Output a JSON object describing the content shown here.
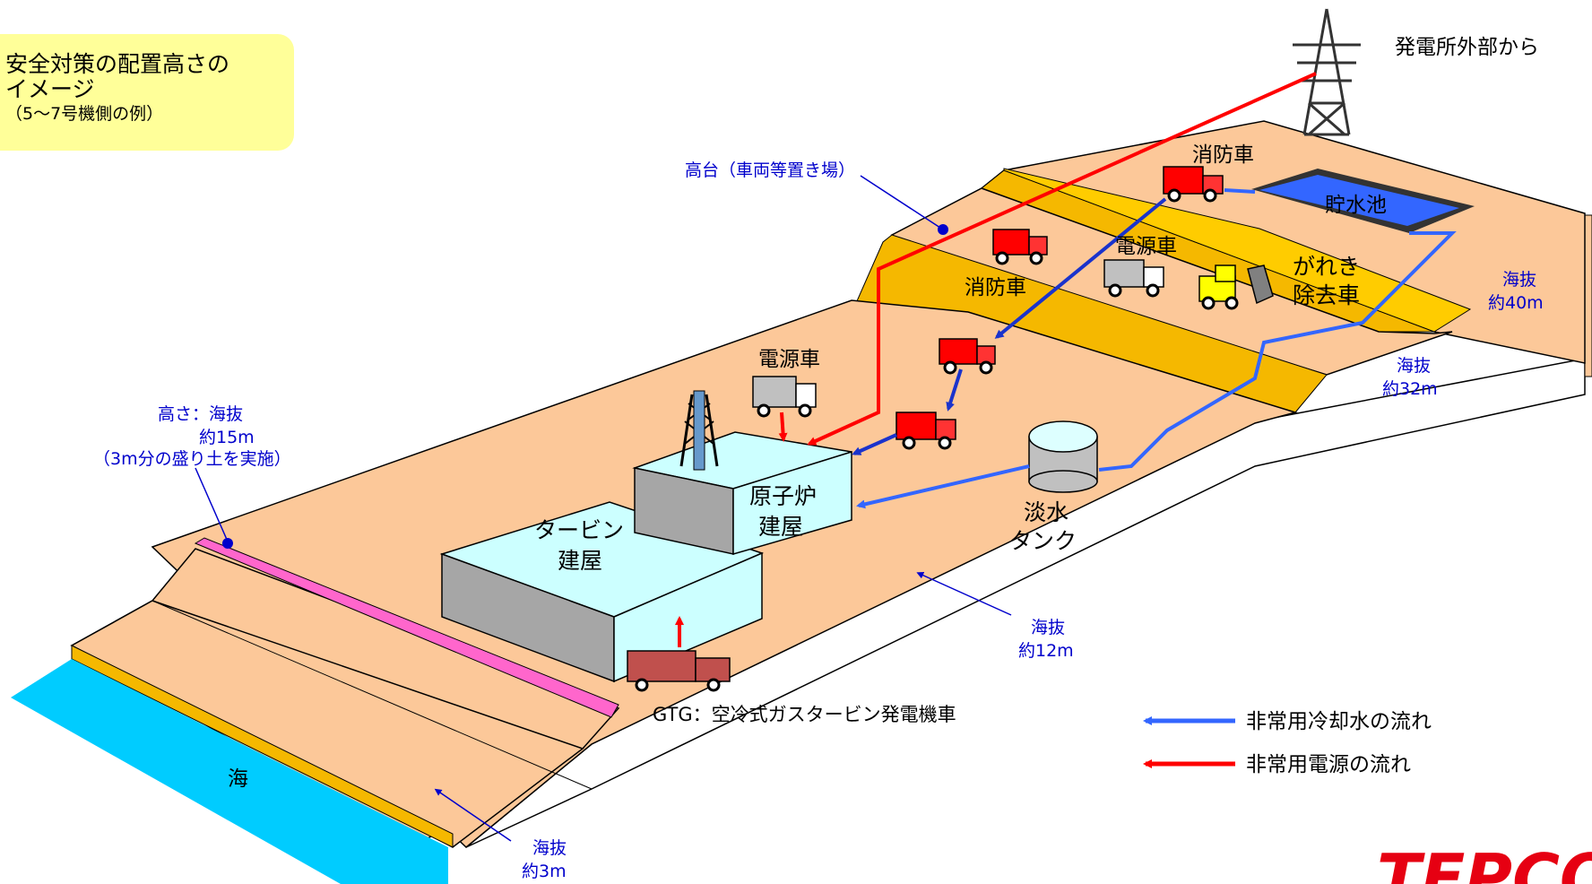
{
  "title": {
    "line1": "安全対策の配置高さの",
    "line2": "イメージ",
    "line3": "（5～7号機側の例）"
  },
  "labels": {
    "offsite_power": "発電所外部から",
    "highland": "高台（車両等置き場）",
    "fire_truck_top": "消防車",
    "reservoir": "貯水池",
    "power_truck_top": "電源車",
    "rubble_line1": "がれき",
    "rubble_line2": "除去車",
    "fire_truck_mid": "消防車",
    "power_truck_left": "電源車",
    "alt40_line1": "海抜",
    "alt40_line2": "約40m",
    "alt32_line1": "海抜",
    "alt32_line2": "約32m",
    "seawall_line1": "高さ：海抜",
    "seawall_line2": "約15m",
    "seawall_line3": "（3m分の盛り土を実施）",
    "turbine_line1": "タービン",
    "turbine_line2": "建屋",
    "reactor_line1": "原子炉",
    "reactor_line2": "建屋",
    "freshwater_line1": "淡水",
    "freshwater_line2": "タンク",
    "alt12_line1": "海抜",
    "alt12_line2": "約12m",
    "gtg": "GTG：空冷式ガスタービン発電機車",
    "sea": "海",
    "alt3_line1": "海抜",
    "alt3_line2": "約3m"
  },
  "legend": {
    "cooling_water": "非常用冷却水の流れ",
    "power": "非常用電源の流れ"
  },
  "logo": "TEPCO",
  "colors": {
    "ground": "#fcc899",
    "slope": "#f5b800",
    "slope_light": "#ffd24d",
    "sea": "#00ccff",
    "seawall": "#ff66cc",
    "building_top": "#ccffff",
    "building_side": "#a6a6a6",
    "water_flow": "#3366ff",
    "water_flow_dark": "#1a33cc",
    "power_flow": "#ff0000",
    "fire_truck": "#ff0000",
    "gtg_truck": "#c0504d",
    "rubble_truck": "#ffff00",
    "title_box": "#ffff99",
    "annotation": "#0000ff",
    "logo": "#e60012"
  }
}
